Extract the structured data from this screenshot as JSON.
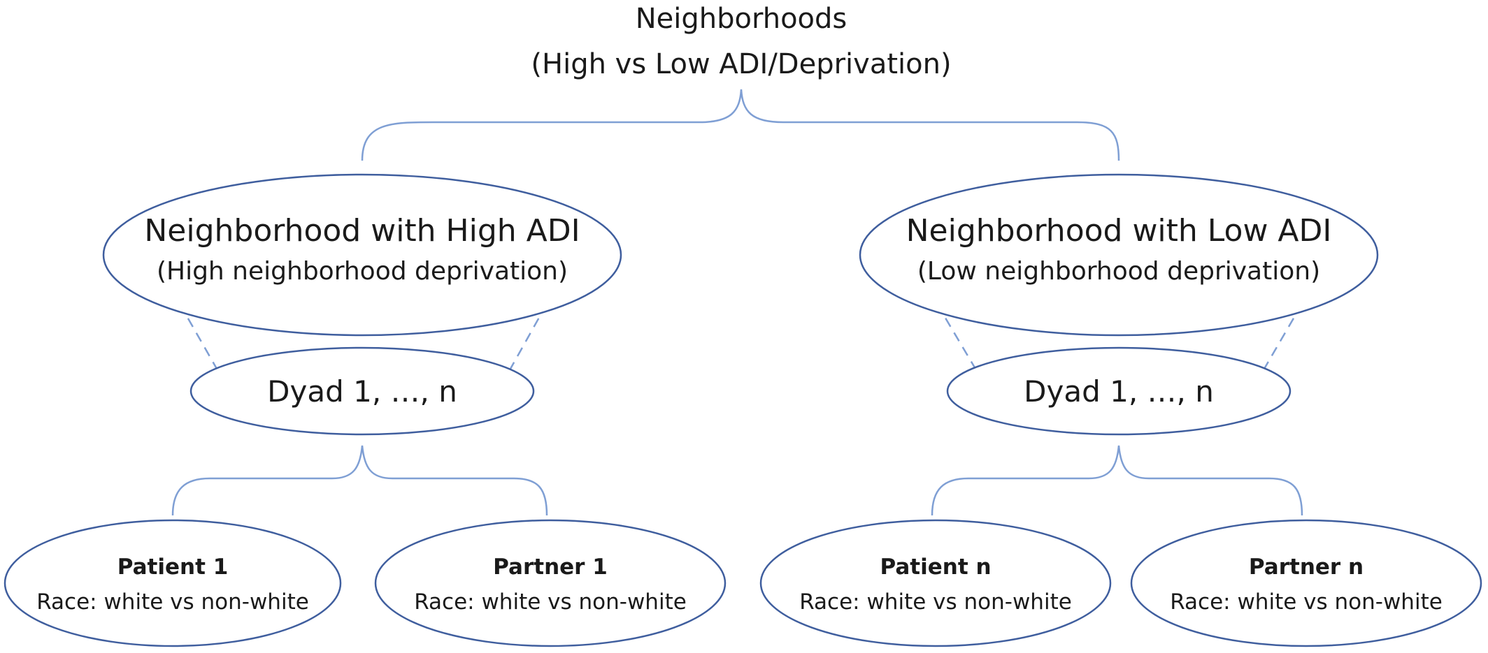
{
  "root": {
    "title": "Neighborhoods",
    "subtitle": "(High vs Low ADI/Deprivation)"
  },
  "groups": [
    {
      "title": "Neighborhood with High ADI",
      "subtitle": "(High neighborhood deprivation)",
      "dyad": "Dyad 1, …, n",
      "members": [
        {
          "title": "Patient 1",
          "detail": "Race: white vs non-white"
        },
        {
          "title": "Partner 1",
          "detail": "Race: white vs non-white"
        }
      ]
    },
    {
      "title": "Neighborhood with Low ADI",
      "subtitle": "(Low neighborhood deprivation)",
      "dyad": "Dyad 1, …, n",
      "members": [
        {
          "title": "Patient n",
          "detail": "Race: white vs non-white"
        },
        {
          "title": "Partner n",
          "detail": "Race: white vs non-white"
        }
      ]
    }
  ],
  "colors": {
    "outline": "#3f5e9e",
    "connector": "#7f9fd4",
    "text": "#1a1a1a"
  }
}
